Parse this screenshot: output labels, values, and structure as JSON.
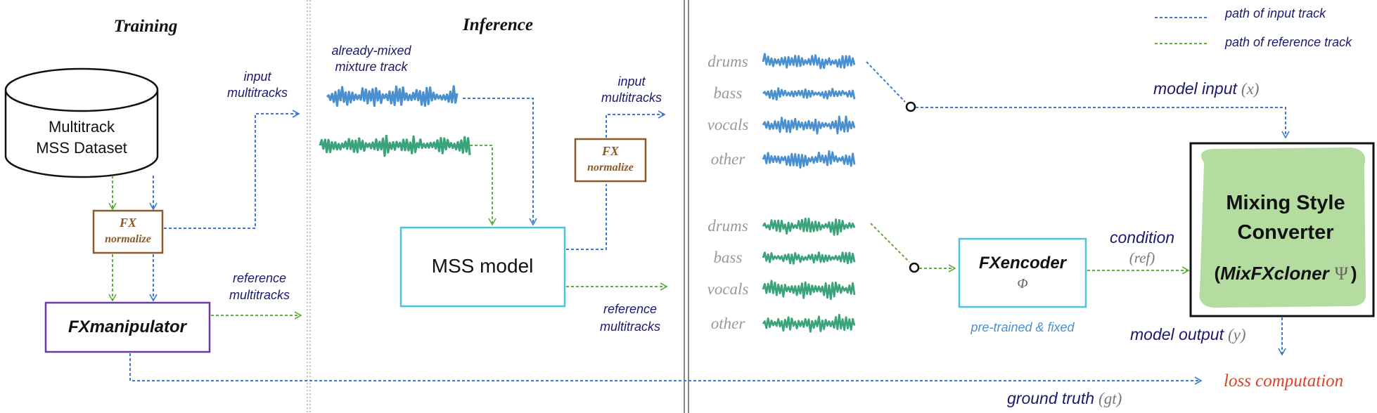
{
  "sections": {
    "training": "Training",
    "inference": "Inference"
  },
  "legend": {
    "input_path": "path of input track",
    "reference_path": "path of reference track"
  },
  "dataset": {
    "line1": "Multitrack",
    "line2": "MSS Dataset"
  },
  "fx_normalize": {
    "line1": "FX",
    "line2": "normalize"
  },
  "fxmanipulator": "FXmanipulator",
  "mss_model": "MSS model",
  "labels": {
    "input_multitracks": [
      "input",
      "multitracks"
    ],
    "reference_multitracks": [
      "reference",
      "multitracks"
    ],
    "already_mixed": [
      "already-mixed",
      "mixture track"
    ],
    "model_input": "model input",
    "model_input_var": "(x)",
    "condition": "condition",
    "condition_var": "(ref)",
    "model_output": "model output",
    "model_output_var": "(y)",
    "ground_truth": "ground truth",
    "ground_truth_var": "(gt)",
    "loss": "loss computation",
    "pretrained": "pre-trained & fixed"
  },
  "stems": [
    "drums",
    "bass",
    "vocals",
    "other"
  ],
  "fxencoder": {
    "name": "FXencoder",
    "symbol": "Φ"
  },
  "converter": {
    "line1": "Mixing Style",
    "line2": "Converter",
    "line3_name": "MixFXcloner",
    "line3_symbol": "Ψ"
  },
  "colors": {
    "input_path": "#3b78d8",
    "reference_path": "#5fae3c",
    "navy_text": "#1a1a6e",
    "fx_box": "#8b5a2b",
    "fxmanipulator_box": "#6a3aa0",
    "cyan_box": "#4fc3d9",
    "loss": "#e0402a",
    "wave_blue": "#4a90d0",
    "wave_green": "#3aa37a",
    "converter_fill": "#b5dca0"
  }
}
